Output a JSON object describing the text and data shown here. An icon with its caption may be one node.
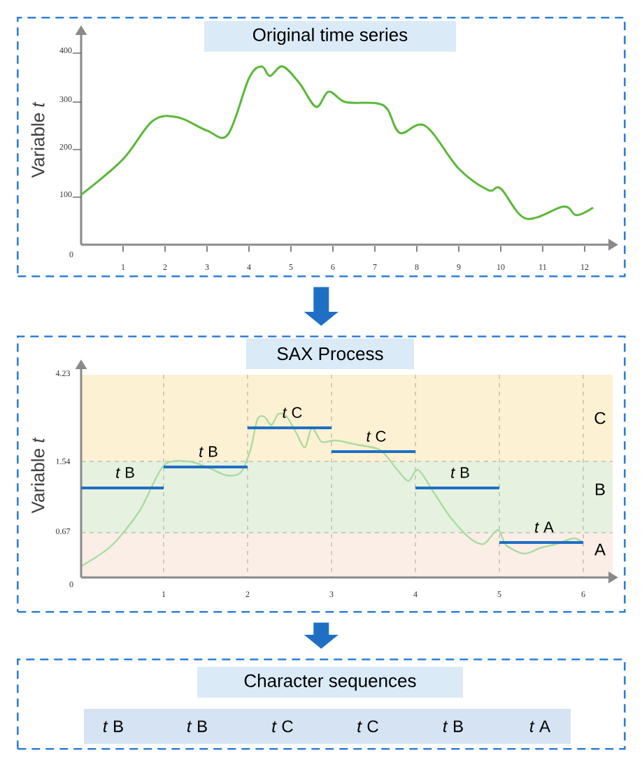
{
  "diagram": {
    "nodes": [
      {
        "text": [
          "Original time series"
        ]
      },
      {
        "text": [
          "SAX Process"
        ]
      },
      {
        "text": [
          "Character sequences"
        ]
      },
      {
        "text": [
          "*t* B",
          "*t* B",
          "*t* C",
          "*t* C",
          "*t* B",
          "*t* A"
        ],
        "in": 2
      }
    ],
    "edges": [
      {
        "from": 0,
        "to": 1,
        "arrow": "to"
      },
      {
        "from": 1,
        "to": 2,
        "arrow": "to"
      }
    ],
    "labels": [
      "Variable *t*",
      "0",
      "100",
      "200",
      "300",
      "400",
      "1",
      "2",
      "3",
      "4",
      "5",
      "6",
      "7",
      "8",
      "9",
      "10",
      "11",
      "12",
      "Variable *t*",
      "0",
      "0.67",
      "1.54",
      "4.23",
      "1",
      "2",
      "3",
      "4",
      "5",
      "6",
      "*t* B",
      "*t* B",
      "*t* C",
      "*t* C",
      "*t* B",
      "*t* A",
      "C",
      "B",
      "A"
    ]
  }
}
